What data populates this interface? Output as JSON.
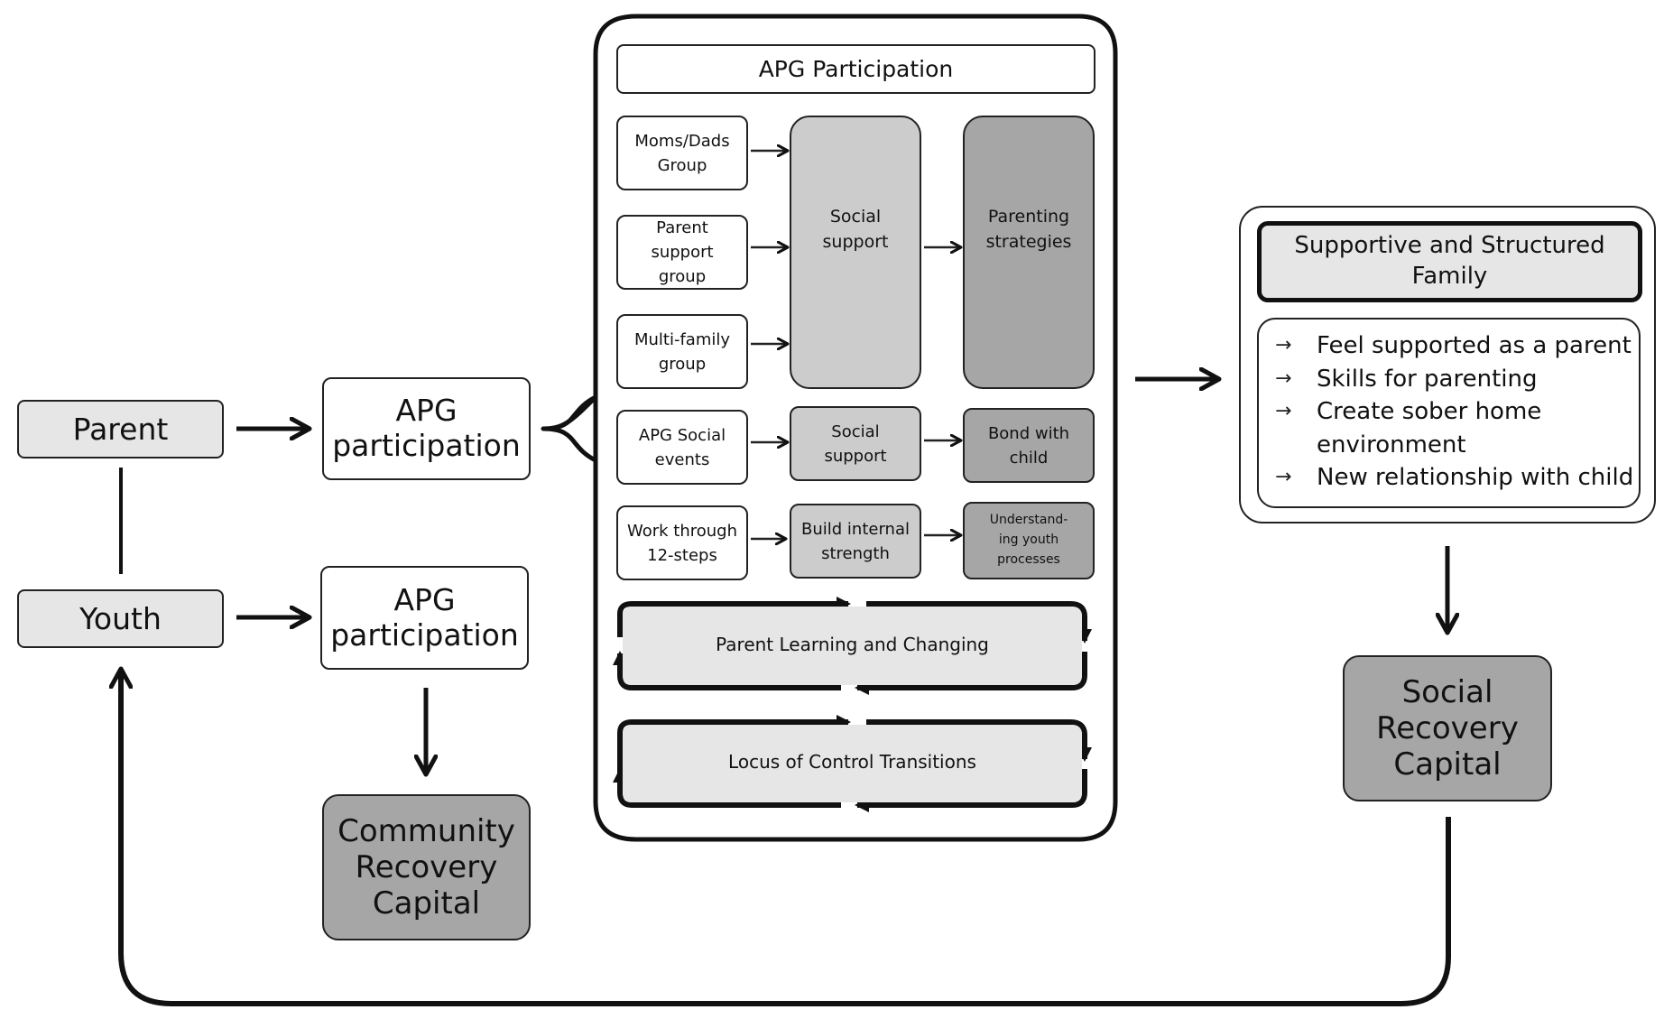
{
  "left_column": {
    "parent": "Parent",
    "youth": "Youth"
  },
  "middle_column": {
    "apg_parent": "APG\nparticipation",
    "apg_youth": "APG\nparticipation",
    "community_capital": "Community\nRecovery\nCapital"
  },
  "apg_panel": {
    "header": "APG Participation",
    "activities": [
      {
        "label": "Moms/Dads\nGroup"
      },
      {
        "label": "Parent\nsupport\ngroup"
      },
      {
        "label": "Multi-family\ngroup"
      },
      {
        "label": "APG Social\nevents"
      },
      {
        "label": "Work through\n12-steps"
      }
    ],
    "social_support_main": "Social\nsupport",
    "parenting_strategies": "Parenting\nstrategies",
    "social_support_small": "Social\nsupport",
    "bond_with_child": "Bond with\nchild",
    "build_internal_strength": "Build internal\nstrength",
    "understanding_youth": "Understand-\ning youth\nprocesses",
    "loop_learning": "Parent Learning and Changing",
    "loop_locus": "Locus of Control Transitions"
  },
  "right_column": {
    "family_header": "Supportive and Structured\nFamily",
    "family_items": [
      "Feel supported as a parent",
      "Skills for parenting",
      "Create sober home\nenvironment",
      "New relationship with child"
    ],
    "social_capital": "Social\nRecovery\nCapital"
  },
  "icons": {
    "bullet": "arrow-right-icon"
  },
  "colors": {
    "light_fill": "#e6e6e6",
    "mid_fill": "#cccccc",
    "dark_fill": "#a6a6a6",
    "line": "#111111"
  }
}
